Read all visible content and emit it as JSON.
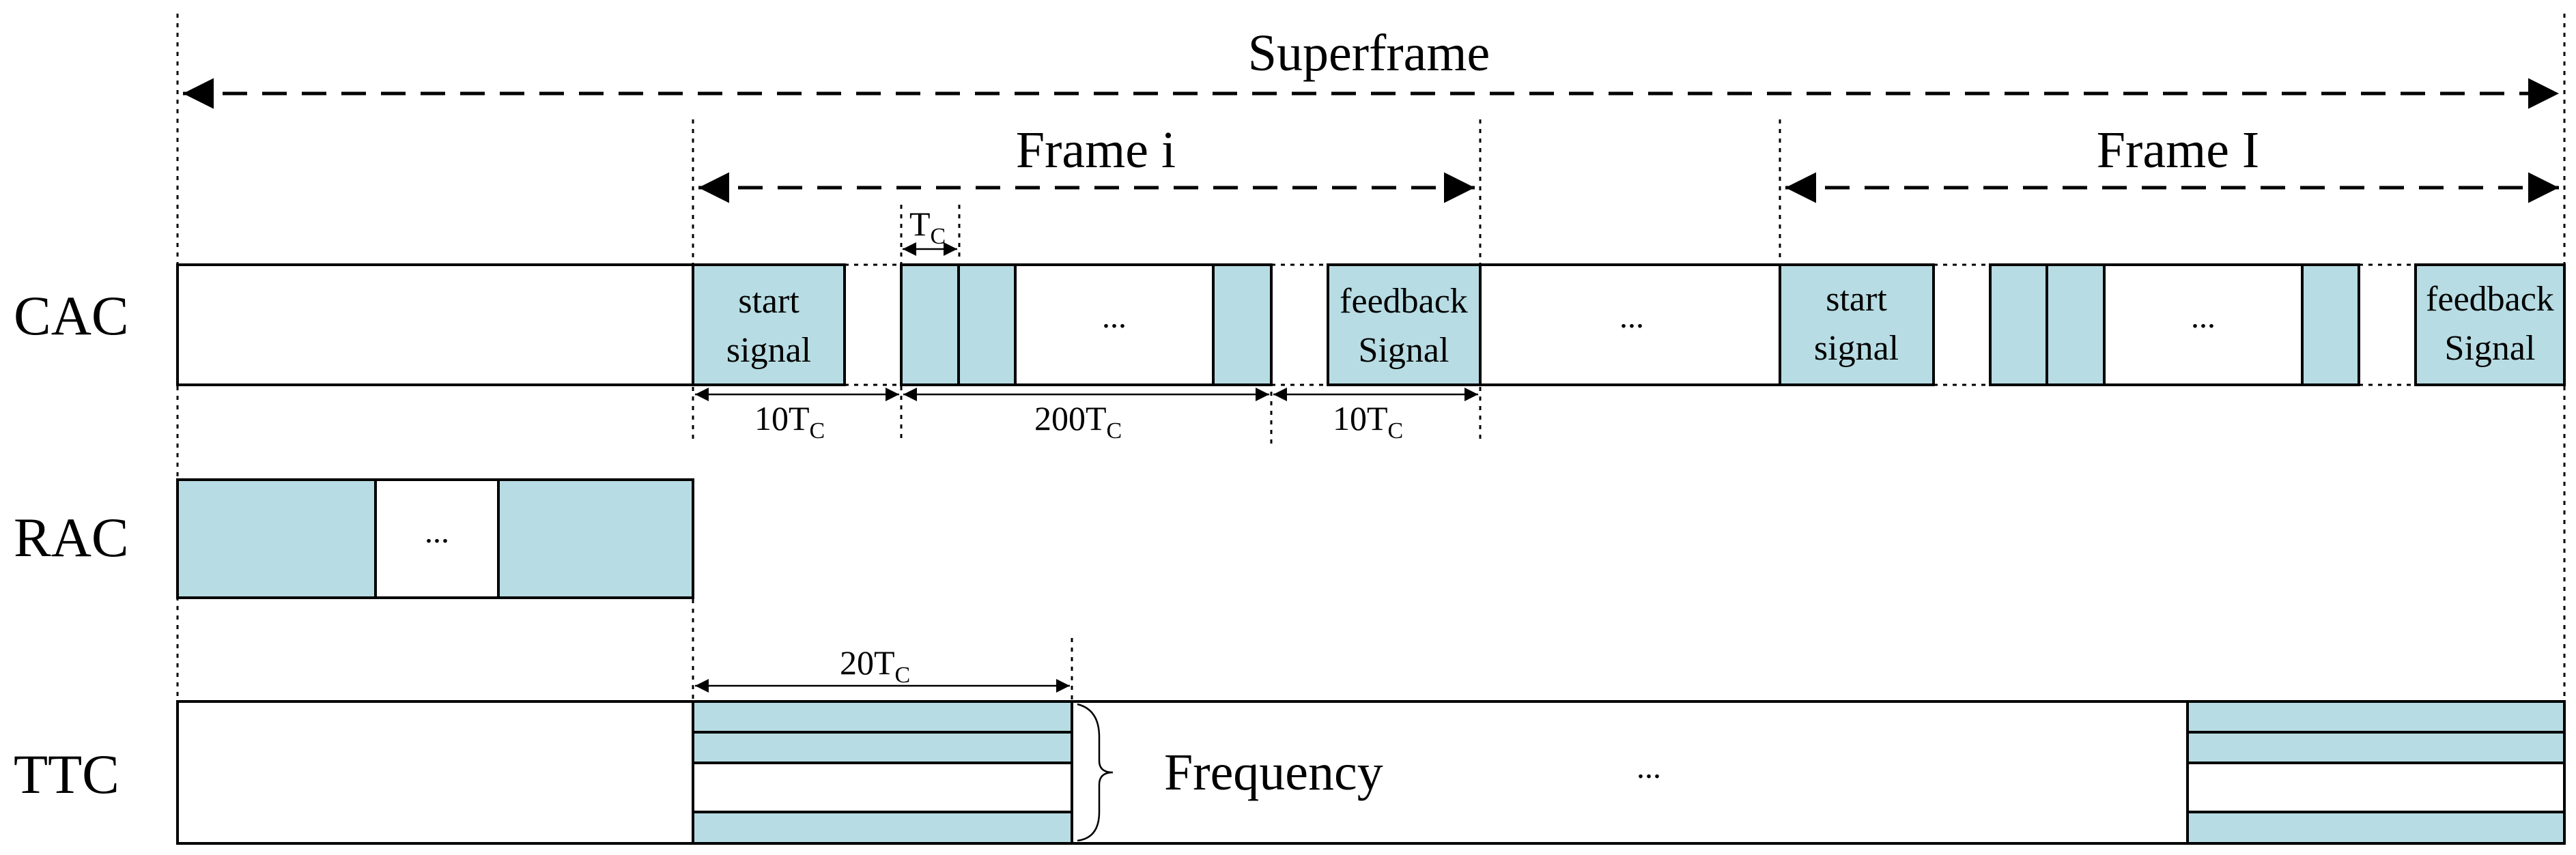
{
  "rows": {
    "cac": "CAC",
    "rac": "RAC",
    "ttc": "TTC"
  },
  "superframe": {
    "label": "Superframe"
  },
  "frames": {
    "frame_i": "Frame i",
    "frame_last": "Frame I"
  },
  "cac": {
    "start_line1": "start",
    "start_line2": "signal",
    "feedback_line1": "feedback",
    "feedback_line2": "Signal",
    "ellipsis": "..."
  },
  "dims": {
    "tc_base": "T",
    "tc_sub": "C",
    "d10a_num": "10T",
    "d200_num": "200T",
    "d10b_num": "10T",
    "d20_num": "20T",
    "sub": "C"
  },
  "rac": {
    "ellipsis": "..."
  },
  "ttc": {
    "frequency": "Frequency",
    "ellipsis": "..."
  },
  "colors": {
    "cell_fill": "#b7dce3",
    "line": "#000000"
  }
}
